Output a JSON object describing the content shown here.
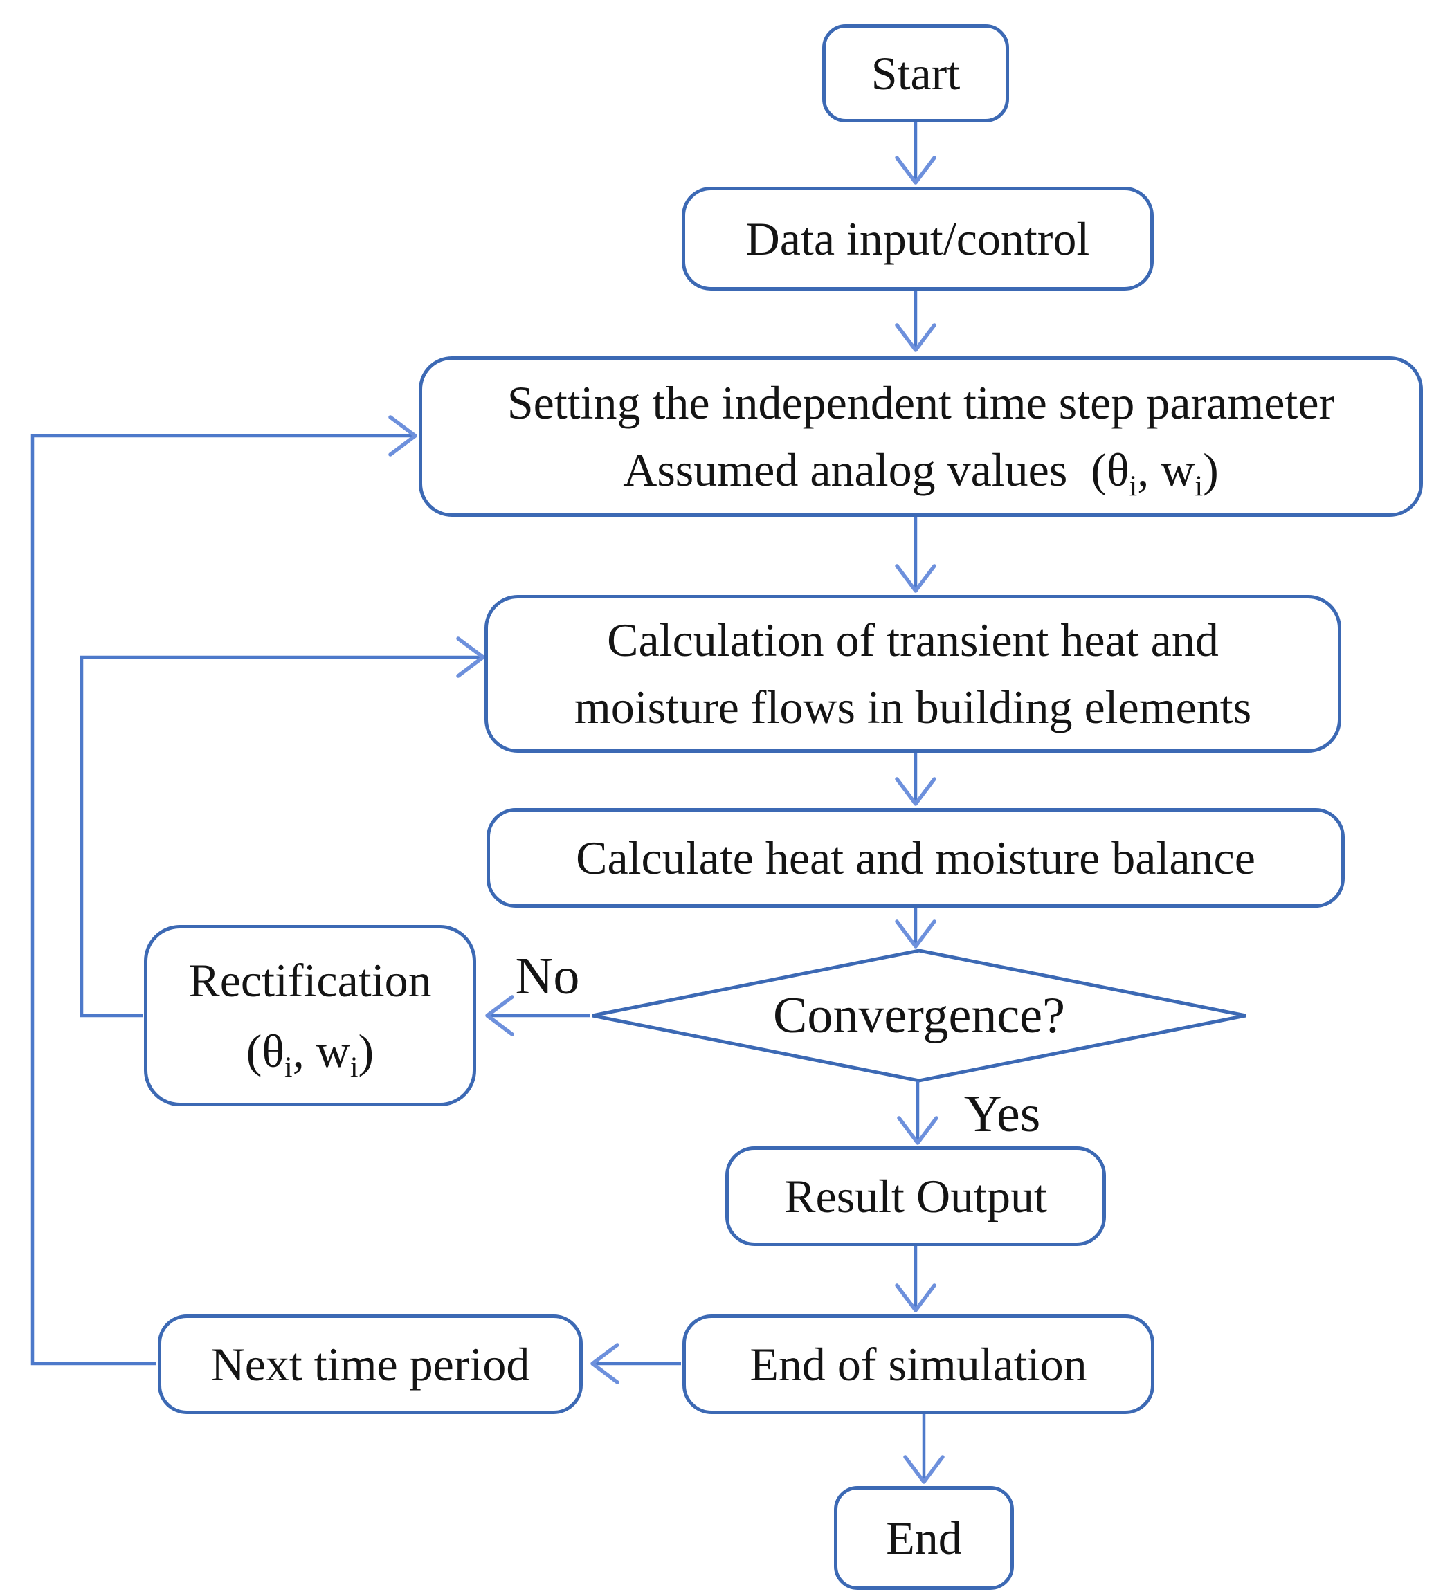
{
  "flowchart": {
    "nodes": {
      "start": {
        "label": "Start"
      },
      "data_input": {
        "label": "Data input/control"
      },
      "setting": {
        "line1": "Setting the independent time step parameter",
        "line2_segments": [
          {
            "t": "Assumed analog values  (θ"
          },
          {
            "t": "i",
            "sub": true
          },
          {
            "t": ", w"
          },
          {
            "t": "i",
            "sub": true
          },
          {
            "t": ")"
          }
        ]
      },
      "calculation": {
        "line1": "Calculation of transient heat and",
        "line2": "moisture flows in building elements"
      },
      "balance": {
        "label": "Calculate heat and moisture balance"
      },
      "convergence": {
        "label": "Convergence?"
      },
      "rectification": {
        "line1": "Rectification",
        "line2_segments": [
          {
            "t": "(θ"
          },
          {
            "t": "i",
            "sub": true
          },
          {
            "t": ", w"
          },
          {
            "t": "i",
            "sub": true
          },
          {
            "t": ")"
          }
        ]
      },
      "result_output": {
        "label": "Result Output"
      },
      "end_of_simulation": {
        "label": "End of simulation"
      },
      "next_time_period": {
        "label": "Next time period"
      },
      "end": {
        "label": "End"
      }
    },
    "edge_labels": {
      "no": "No",
      "yes": "Yes"
    },
    "colors": {
      "box_border": "#3c69b4",
      "connector_line": "#4d79ca",
      "arrowhead": "#6d90dc",
      "text": "#141414",
      "background": "#ffffff"
    }
  }
}
